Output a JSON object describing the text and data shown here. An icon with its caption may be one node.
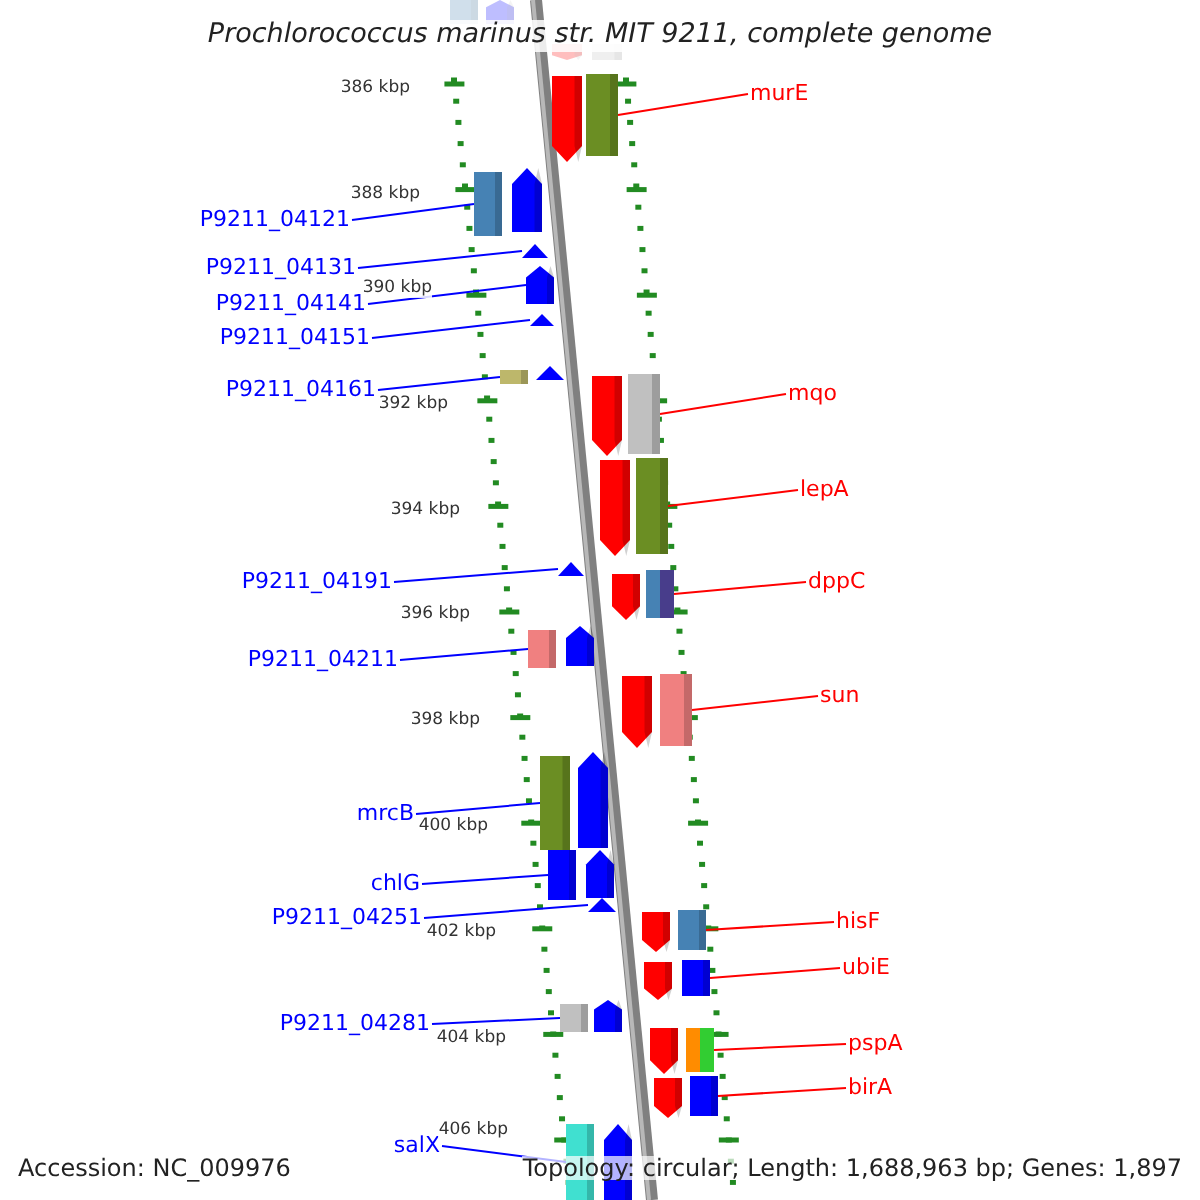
{
  "diagram": {
    "title": "Prochlorococcus marinus str. MIT 9211, complete genome",
    "nodes": [
      {
        "text": [],
        "shape": "bar"
      },
      {
        "text": [],
        "shape": "arrow"
      },
      {
        "text": [],
        "shape": "arrow"
      },
      {
        "text": [],
        "shape": "bar"
      },
      {
        "text": [
          "murE"
        ]
      },
      {
        "text": [],
        "shape": "bar"
      },
      {
        "text": [],
        "shape": "arrow"
      },
      {
        "text": [
          "P9211_04121"
        ]
      },
      {
        "text": [],
        "shape": "bar"
      },
      {
        "text": [],
        "shape": "arrow"
      },
      {
        "text": [
          "P9211_04131"
        ]
      },
      {
        "text": [],
        "shape": "triangle"
      },
      {
        "text": [
          "P9211_04141"
        ]
      },
      {
        "text": [],
        "shape": "arrow"
      },
      {
        "text": [
          "P9211_04151"
        ]
      },
      {
        "text": [],
        "shape": "triangle"
      },
      {
        "text": [
          "P9211_04161"
        ]
      },
      {
        "text": [],
        "shape": "bar"
      },
      {
        "text": [],
        "shape": "triangle"
      },
      {
        "text": [
          "mqo"
        ]
      },
      {
        "text": [],
        "shape": "bar"
      },
      {
        "text": [],
        "shape": "arrow"
      },
      {
        "text": [
          "lepA"
        ]
      },
      {
        "text": [],
        "shape": "bar"
      },
      {
        "text": [],
        "shape": "arrow"
      },
      {
        "text": [
          "P9211_04191"
        ]
      },
      {
        "text": [],
        "shape": "triangle"
      },
      {
        "text": [
          "dppC"
        ]
      },
      {
        "text": [],
        "shape": "bar"
      },
      {
        "text": [],
        "shape": "arrow"
      },
      {
        "text": [
          "P9211_04211"
        ]
      },
      {
        "text": [],
        "shape": "bar"
      },
      {
        "text": [],
        "shape": "arrow"
      },
      {
        "text": [
          "sun"
        ]
      },
      {
        "text": [],
        "shape": "bar"
      },
      {
        "text": [],
        "shape": "arrow"
      },
      {
        "text": [
          "mrcB"
        ]
      },
      {
        "text": [],
        "shape": "bar"
      },
      {
        "text": [],
        "shape": "arrow"
      },
      {
        "text": [
          "chlG"
        ]
      },
      {
        "text": [],
        "shape": "bar"
      },
      {
        "text": [],
        "shape": "arrow"
      },
      {
        "text": [
          "P9211_04251"
        ]
      },
      {
        "text": [],
        "shape": "triangle"
      },
      {
        "text": [
          "hisF"
        ]
      },
      {
        "text": [],
        "shape": "bar"
      },
      {
        "text": [],
        "shape": "arrow"
      },
      {
        "text": [
          "ubiE"
        ]
      },
      {
        "text": [],
        "shape": "bar"
      },
      {
        "text": [],
        "shape": "arrow"
      },
      {
        "text": [
          "P9211_04281"
        ]
      },
      {
        "text": [],
        "shape": "bar"
      },
      {
        "text": [],
        "shape": "arrow"
      },
      {
        "text": [
          "pspA"
        ]
      },
      {
        "text": [],
        "shape": "bar"
      },
      {
        "text": [],
        "shape": "arrow"
      },
      {
        "text": [
          "birA"
        ]
      },
      {
        "text": [],
        "shape": "bar"
      },
      {
        "text": [],
        "shape": "arrow"
      },
      {
        "text": [
          "salX"
        ]
      },
      {
        "text": [],
        "shape": "bar"
      },
      {
        "text": [],
        "shape": "arrow"
      }
    ],
    "edges": [
      {
        "from": 4,
        "to": 5,
        "arrow": "none",
        "color": "#ff0000"
      },
      {
        "from": 7,
        "to": 8,
        "arrow": "none"
      },
      {
        "from": 10,
        "to": 11,
        "arrow": "none"
      },
      {
        "from": 12,
        "to": 13,
        "arrow": "none"
      },
      {
        "from": 14,
        "to": 15,
        "arrow": "none"
      },
      {
        "from": 16,
        "to": 17,
        "arrow": "none"
      },
      {
        "from": 19,
        "to": 20,
        "arrow": "none",
        "color": "#ff0000"
      },
      {
        "from": 22,
        "to": 23,
        "arrow": "none",
        "color": "#ff0000"
      },
      {
        "from": 25,
        "to": 26,
        "arrow": "none"
      },
      {
        "from": 27,
        "to": 28,
        "arrow": "none",
        "color": "#ff0000"
      },
      {
        "from": 30,
        "to": 31,
        "arrow": "none"
      },
      {
        "from": 33,
        "to": 34,
        "arrow": "none",
        "color": "#ff0000"
      },
      {
        "from": 36,
        "to": 37,
        "arrow": "none"
      },
      {
        "from": 39,
        "to": 40,
        "arrow": "none"
      },
      {
        "from": 42,
        "to": 43,
        "arrow": "none"
      },
      {
        "from": 44,
        "to": 45,
        "arrow": "none",
        "color": "#ff0000"
      },
      {
        "from": 47,
        "to": 48,
        "arrow": "none",
        "color": "#ff0000"
      },
      {
        "from": 50,
        "to": 51,
        "arrow": "none"
      },
      {
        "from": 53,
        "to": 54,
        "arrow": "none",
        "color": "#ff0000"
      },
      {
        "from": 56,
        "to": 57,
        "arrow": "none",
        "color": "#ff0000"
      },
      {
        "from": 59,
        "to": 60,
        "arrow": "none"
      }
    ],
    "labels": [
      "386 kbp",
      "388 kbp",
      "390 kbp",
      "392 kbp",
      "394 kbp",
      "396 kbp",
      "398 kbp",
      "400 kbp",
      "402 kbp",
      "404 kbp",
      "406 kbp",
      "Accession: NC_009976",
      "Topology: circular; Length: 1,688,963 bp; Genes: 1,897"
    ]
  }
}
